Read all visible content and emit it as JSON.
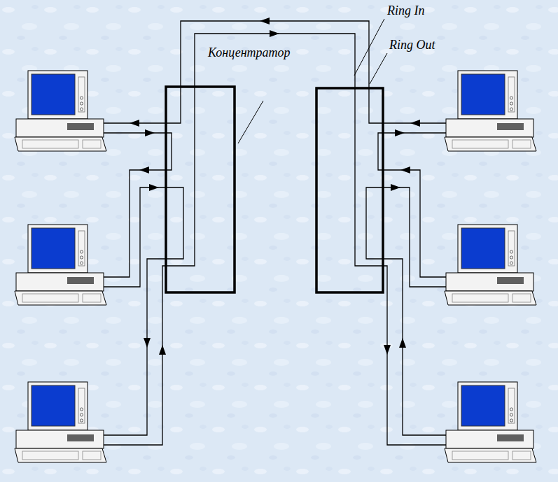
{
  "diagram": {
    "labels": [
      "Ring In",
      "Ring Out",
      "Концентратор"
    ]
  }
}
